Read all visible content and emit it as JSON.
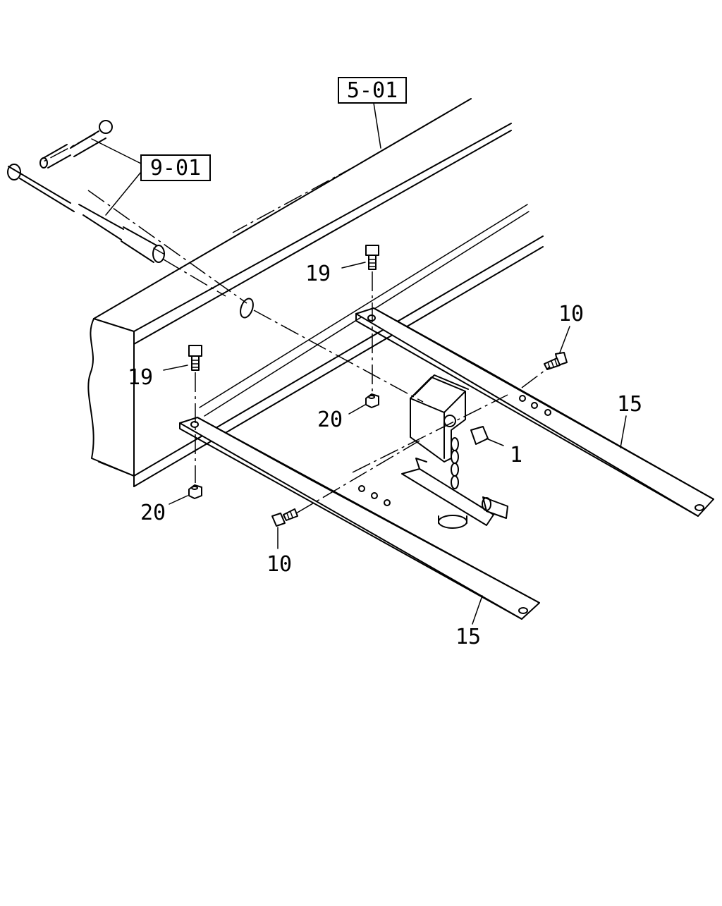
{
  "reference_boxes": {
    "frame": "5-01",
    "pin": "9-01"
  },
  "callouts": {
    "bracket": "1",
    "bolt_right": "10",
    "bolt_left": "10",
    "crossmember_right": "15",
    "crossmember_left": "15",
    "bolt_top_right": "19",
    "bolt_top_left": "19",
    "nut_right": "20",
    "nut_left": "20"
  },
  "colors": {
    "line": "#000000",
    "background": "#ffffff"
  }
}
